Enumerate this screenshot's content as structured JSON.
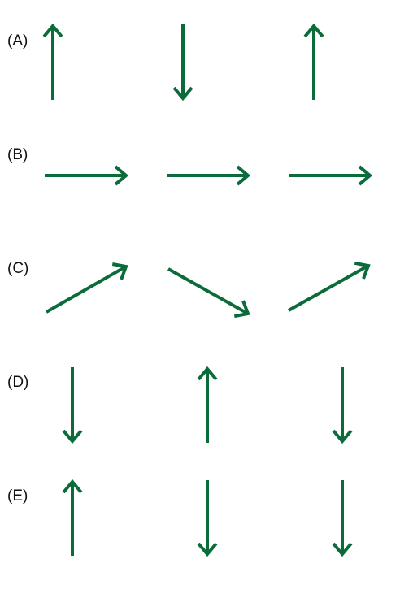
{
  "arrow_color": "#0b6b3a",
  "rows": [
    {
      "label": "(A)",
      "arrows": [
        {
          "direction": "up"
        },
        {
          "direction": "down"
        },
        {
          "direction": "up"
        }
      ]
    },
    {
      "label": "(B)",
      "arrows": [
        {
          "direction": "right"
        },
        {
          "direction": "right"
        },
        {
          "direction": "right"
        }
      ]
    },
    {
      "label": "(C)",
      "arrows": [
        {
          "direction": "up-right"
        },
        {
          "direction": "down-right"
        },
        {
          "direction": "up-right"
        }
      ]
    },
    {
      "label": "(D)",
      "arrows": [
        {
          "direction": "down"
        },
        {
          "direction": "up"
        },
        {
          "direction": "down"
        }
      ]
    },
    {
      "label": "(E)",
      "arrows": [
        {
          "direction": "up"
        },
        {
          "direction": "down"
        },
        {
          "direction": "down"
        }
      ]
    }
  ]
}
